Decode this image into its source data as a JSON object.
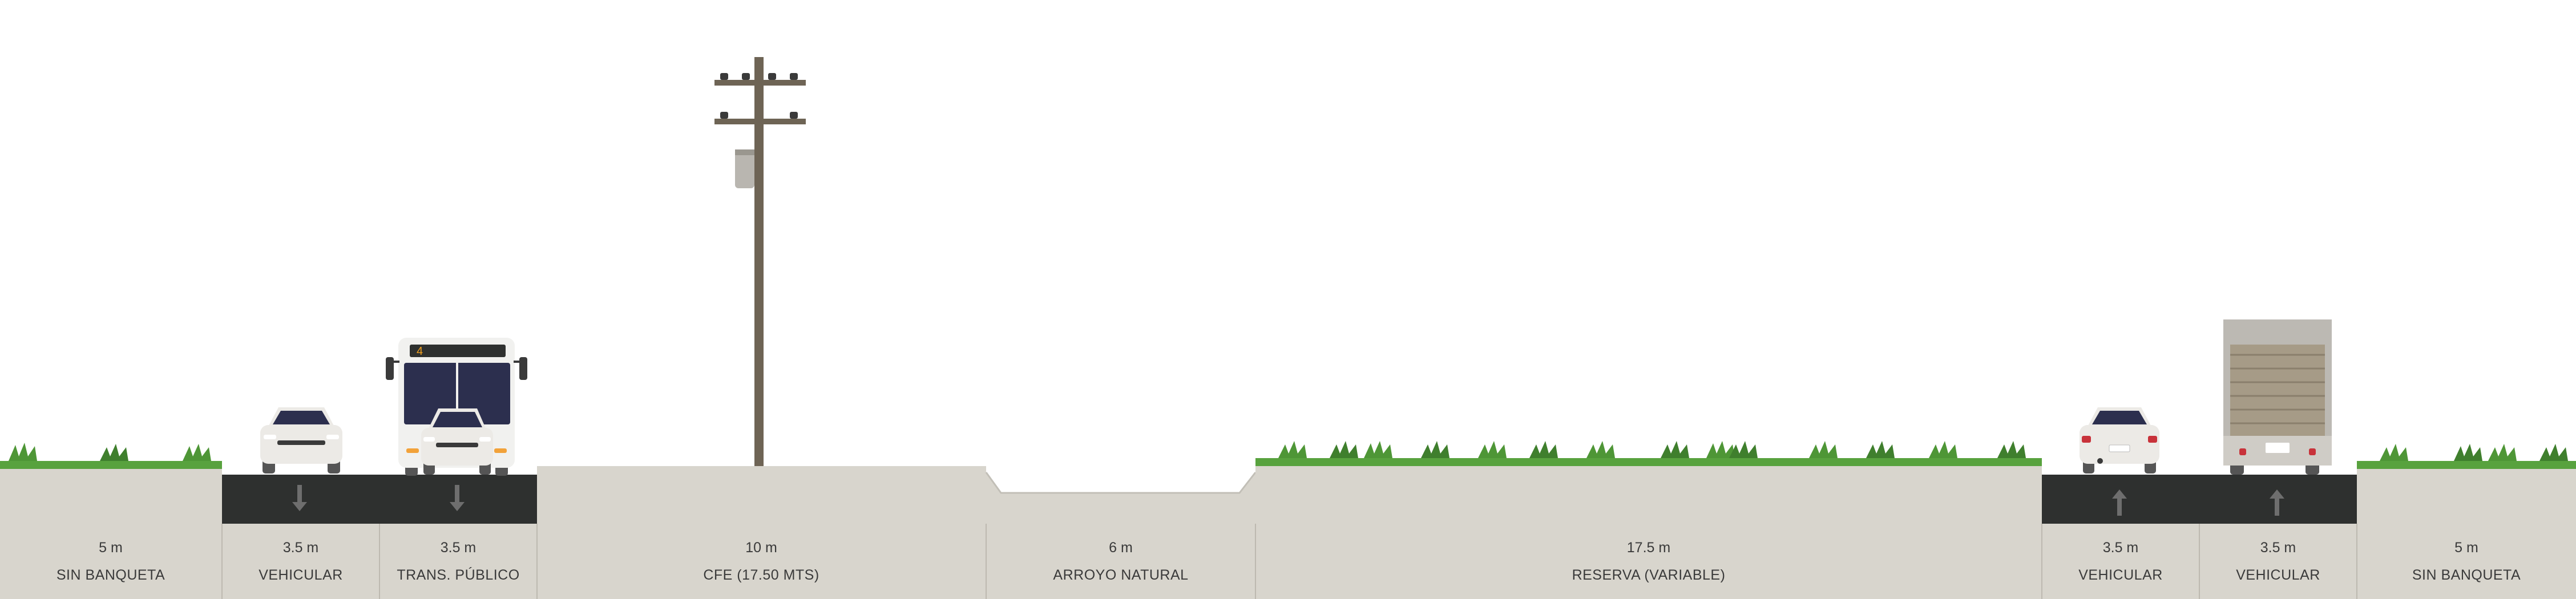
{
  "segments": [
    {
      "id": "sin-banqueta-left",
      "width_label": "5 m",
      "name": "SIN BANQUETA"
    },
    {
      "id": "vehicular-left",
      "width_label": "3.5 m",
      "name": "VEHICULAR"
    },
    {
      "id": "trans-publico",
      "width_label": "3.5 m",
      "name": "TRANS. PÚBLICO"
    },
    {
      "id": "cfe",
      "width_label": "10 m",
      "name": "CFE (17.50 MTS)"
    },
    {
      "id": "arroyo-natural",
      "width_label": "6 m",
      "name": "ARROYO NATURAL"
    },
    {
      "id": "reserva",
      "width_label": "17.5 m",
      "name": "RESERVA (VARIABLE)"
    },
    {
      "id": "vehicular-right-1",
      "width_label": "3.5 m",
      "name": "VEHICULAR"
    },
    {
      "id": "vehicular-right-2",
      "width_label": "3.5 m",
      "name": "VEHICULAR"
    },
    {
      "id": "sin-banqueta-right",
      "width_label": "5 m",
      "name": "SIN BANQUETA"
    }
  ],
  "lane_directions": {
    "vehicular-left": "down",
    "trans-publico": "down",
    "vehicular-right-1": "up",
    "vehicular-right-2": "up"
  },
  "bus_route_sign": "4",
  "colors": {
    "ground": "#d8d5cd",
    "asphalt": "#2e302f",
    "arrow": "#6e6e6e",
    "grass": "#58a23e",
    "grass_dark": "#3f7f2d",
    "pole": "#6e6455",
    "divider": "#bdb9b0",
    "bus_body": "#f1f1ef",
    "windshield": "#2c2f4e",
    "truck_box": "#a69b87",
    "text": "#3a3a3a"
  }
}
